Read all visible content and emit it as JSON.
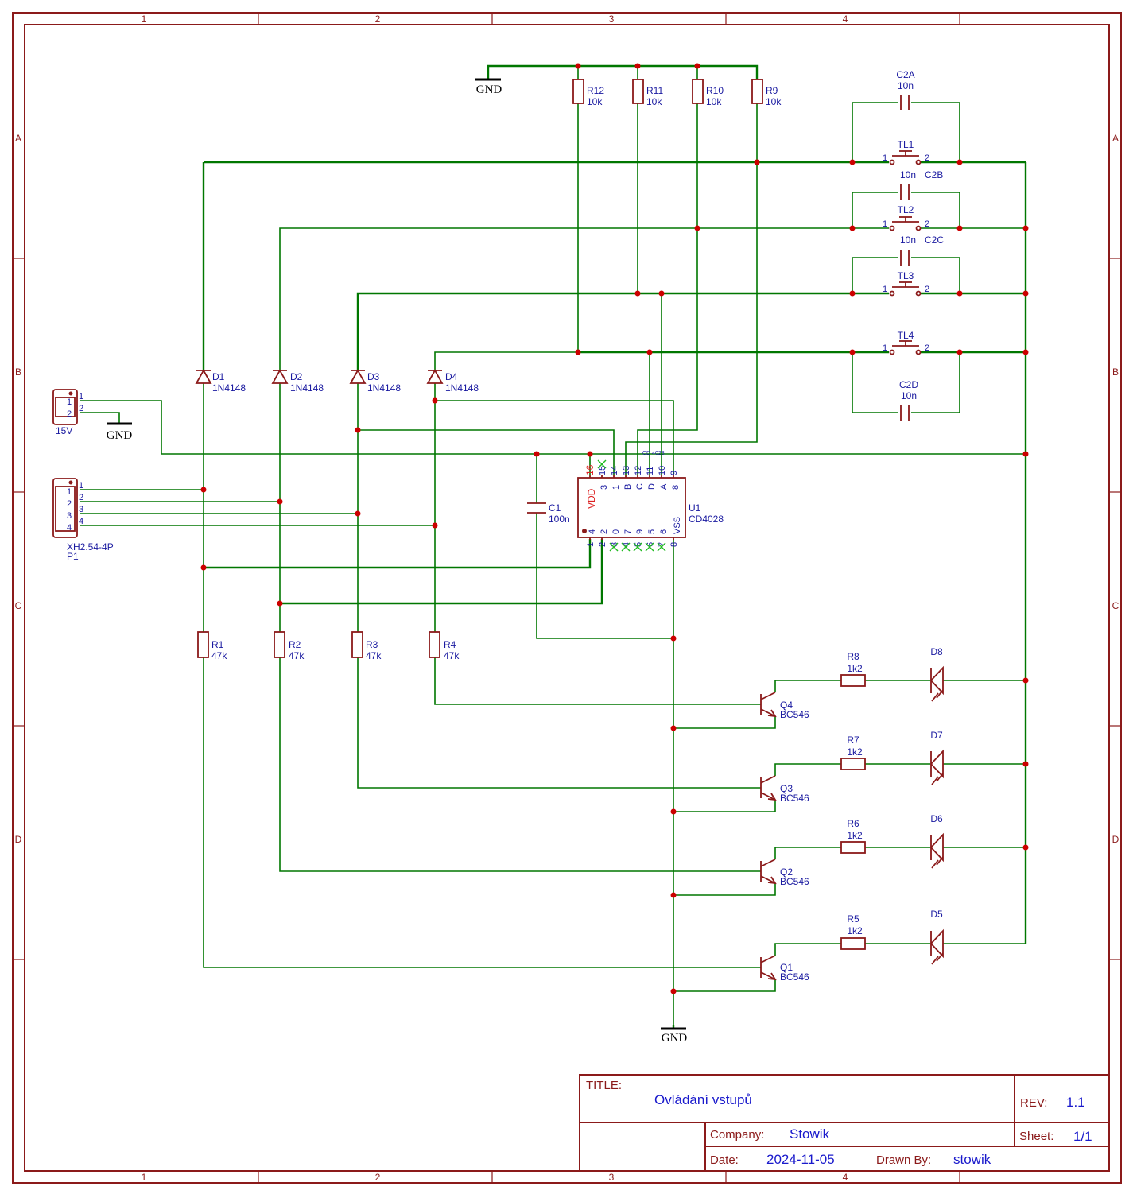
{
  "frame": {
    "columns": [
      "1",
      "2",
      "3",
      "4"
    ],
    "rows": [
      "A",
      "B",
      "C",
      "D"
    ]
  },
  "nets": {
    "gnd_label": "GND"
  },
  "components": {
    "r12": {
      "ref": "R12",
      "value": "10k"
    },
    "r11": {
      "ref": "R11",
      "value": "10k"
    },
    "r10": {
      "ref": "R10",
      "value": "10k"
    },
    "r9": {
      "ref": "R9",
      "value": "10k"
    },
    "c2a": {
      "ref": "C2A",
      "value": "10n"
    },
    "c2b": {
      "ref": "C2B",
      "value": "10n"
    },
    "c2c": {
      "ref": "C2C",
      "value": "10n"
    },
    "c2d": {
      "ref": "C2D",
      "value": "10n"
    },
    "tl1": {
      "ref": "TL1"
    },
    "tl2": {
      "ref": "TL2"
    },
    "tl3": {
      "ref": "TL3"
    },
    "tl4": {
      "ref": "TL4"
    },
    "d1": {
      "ref": "D1",
      "value": "1N4148"
    },
    "d2": {
      "ref": "D2",
      "value": "1N4148"
    },
    "d3": {
      "ref": "D3",
      "value": "1N4148"
    },
    "d4": {
      "ref": "D4",
      "value": "1N4148"
    },
    "power": {
      "value": "15V"
    },
    "p1": {
      "ref": "P1",
      "value": "XH2.54-4P"
    },
    "c1": {
      "ref": "C1",
      "value": "100n"
    },
    "u1": {
      "ref": "U1",
      "value": "CD4028",
      "tag": "CD 4028",
      "vdd": "VDD",
      "vss": "VSS"
    },
    "r1": {
      "ref": "R1",
      "value": "47k"
    },
    "r2": {
      "ref": "R2",
      "value": "47k"
    },
    "r3": {
      "ref": "R3",
      "value": "47k"
    },
    "r4": {
      "ref": "R4",
      "value": "47k"
    },
    "r5": {
      "ref": "R5",
      "value": "1k2"
    },
    "r6": {
      "ref": "R6",
      "value": "1k2"
    },
    "r7": {
      "ref": "R7",
      "value": "1k2"
    },
    "r8": {
      "ref": "R8",
      "value": "1k2"
    },
    "d5": {
      "ref": "D5"
    },
    "d6": {
      "ref": "D6"
    },
    "d7": {
      "ref": "D7"
    },
    "d8": {
      "ref": "D8"
    },
    "q1": {
      "ref": "Q1",
      "value": "BC546"
    },
    "q2": {
      "ref": "Q2",
      "value": "BC546"
    },
    "q3": {
      "ref": "Q3",
      "value": "BC546"
    },
    "q4": {
      "ref": "Q4",
      "value": "BC546"
    }
  },
  "pins": {
    "sw": [
      "1",
      "2"
    ],
    "power": [
      "1",
      "2"
    ],
    "p1": [
      "1",
      "2",
      "3",
      "4"
    ],
    "u1_top_pin": [
      "16",
      "15",
      "14",
      "13",
      "12",
      "11",
      "10",
      "9"
    ],
    "u1_top_func": [
      "3",
      "1",
      "B",
      "C",
      "D",
      "A",
      "8"
    ],
    "u1_bot_pin": [
      "1",
      "2",
      "3",
      "4",
      "5",
      "6",
      "7",
      "8"
    ],
    "u1_bot_func": [
      "4",
      "2",
      "0",
      "7",
      "9",
      "5",
      "6"
    ]
  },
  "title_block": {
    "title_label": "TITLE:",
    "title": "Ovládání vstupů",
    "rev_label": "REV:",
    "rev": "1.1",
    "company_label": "Company:",
    "company": "Stowik",
    "sheet_label": "Sheet:",
    "sheet": "1/1",
    "date_label": "Date:",
    "date": "2024-11-05",
    "drawn_label": "Drawn By:",
    "drawn": "stowik"
  }
}
